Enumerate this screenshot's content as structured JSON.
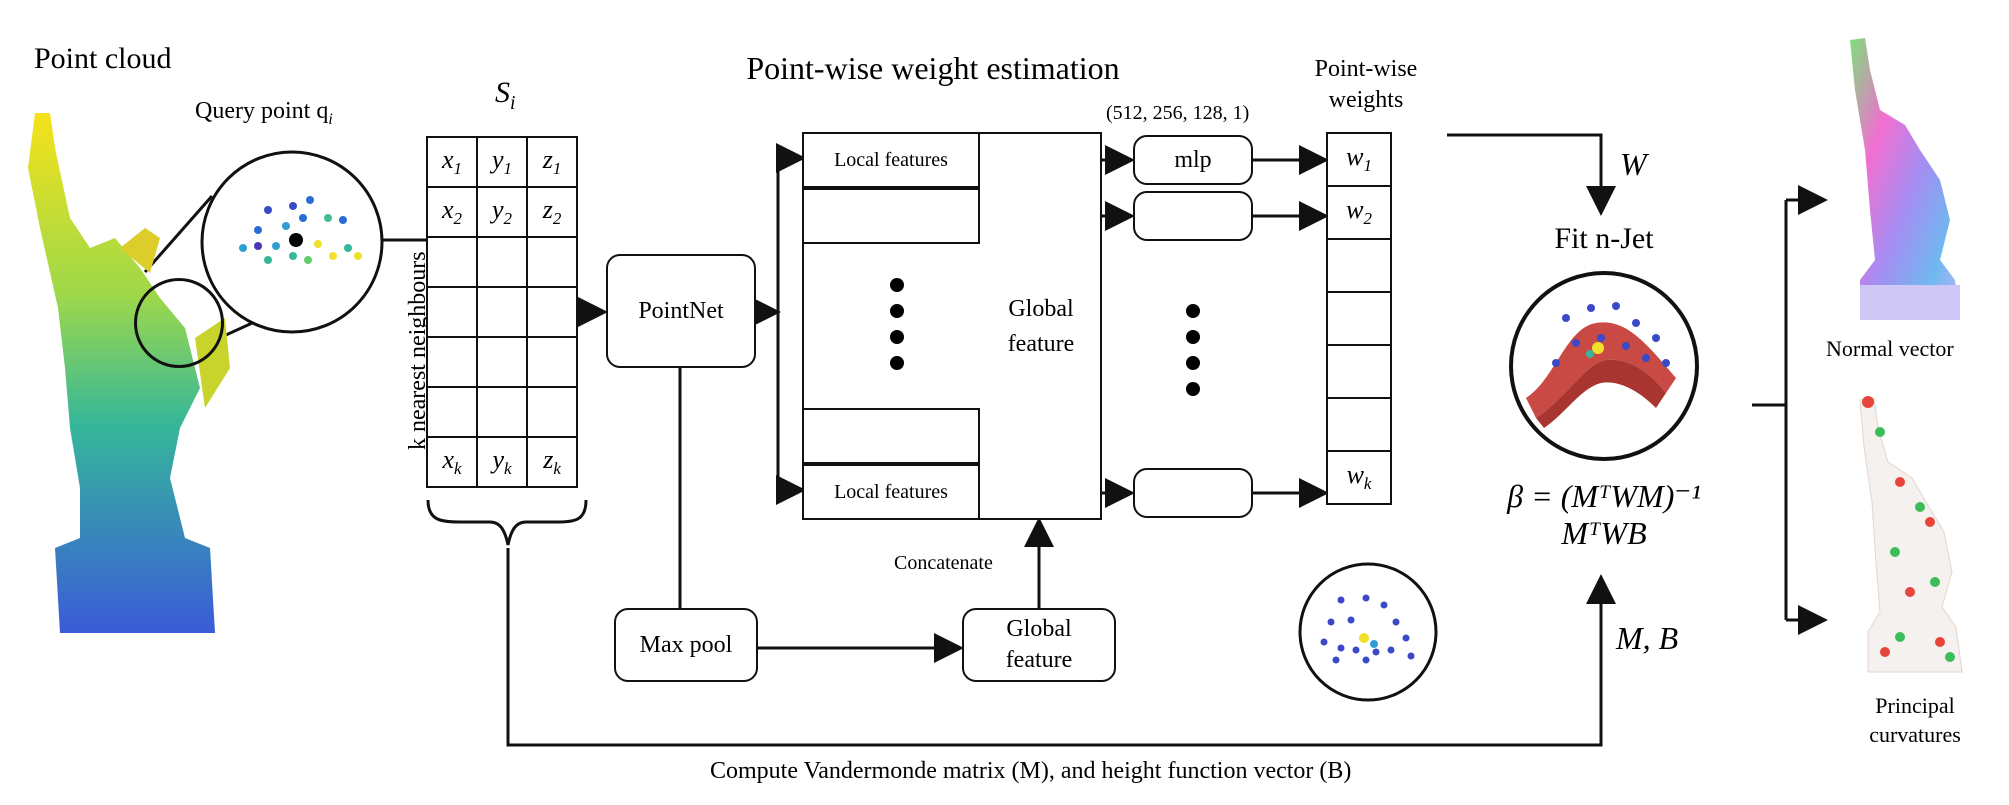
{
  "title_point_cloud": "Point cloud",
  "query_point_label": "Query point q",
  "query_point_sub": "i",
  "set_label": "S",
  "set_sub": "i",
  "knn_label": "k nearest neighbours",
  "neighbour_rows": [
    [
      "x1",
      "y1",
      "z1"
    ],
    [
      "x2",
      "y2",
      "z2"
    ],
    [
      "",
      "",
      ""
    ],
    [
      "",
      "",
      ""
    ],
    [
      "",
      "",
      ""
    ],
    [
      "",
      "",
      ""
    ],
    [
      "xk",
      "yk",
      "zk"
    ]
  ],
  "weight_panel_title": "Point-wise weight estimation",
  "mlp_dims": "(512, 256, 128, 1)",
  "pointnet_label": "PointNet",
  "maxpool_label": "Max pool",
  "global_feature_label": "Global feature",
  "local_features_label": "Local features",
  "concatenate_label": "Concatenate",
  "mlp_label": "mlp",
  "pw_weights_title_1": "Point-wise",
  "pw_weights_title_2": "weights",
  "weights": [
    "w1",
    "w2",
    "",
    "",
    "",
    "",
    "wk"
  ],
  "W_label": "W",
  "fit_title": "Fit n-Jet",
  "beta_line1": "β = (MᵀWM)⁻¹",
  "beta_line2": "MᵀWB",
  "MB_label": "M, B",
  "normal_label": "Normal vector",
  "curv_label_1": "Principal",
  "curv_label_2": "curvatures",
  "bottom_caption": "Compute Vandermonde matrix (M), and height function vector (B)",
  "colors": {
    "weight_panel": "#99cdde",
    "pw_panel": "#b5d67c",
    "fit_panel": "#f0a7c9"
  }
}
